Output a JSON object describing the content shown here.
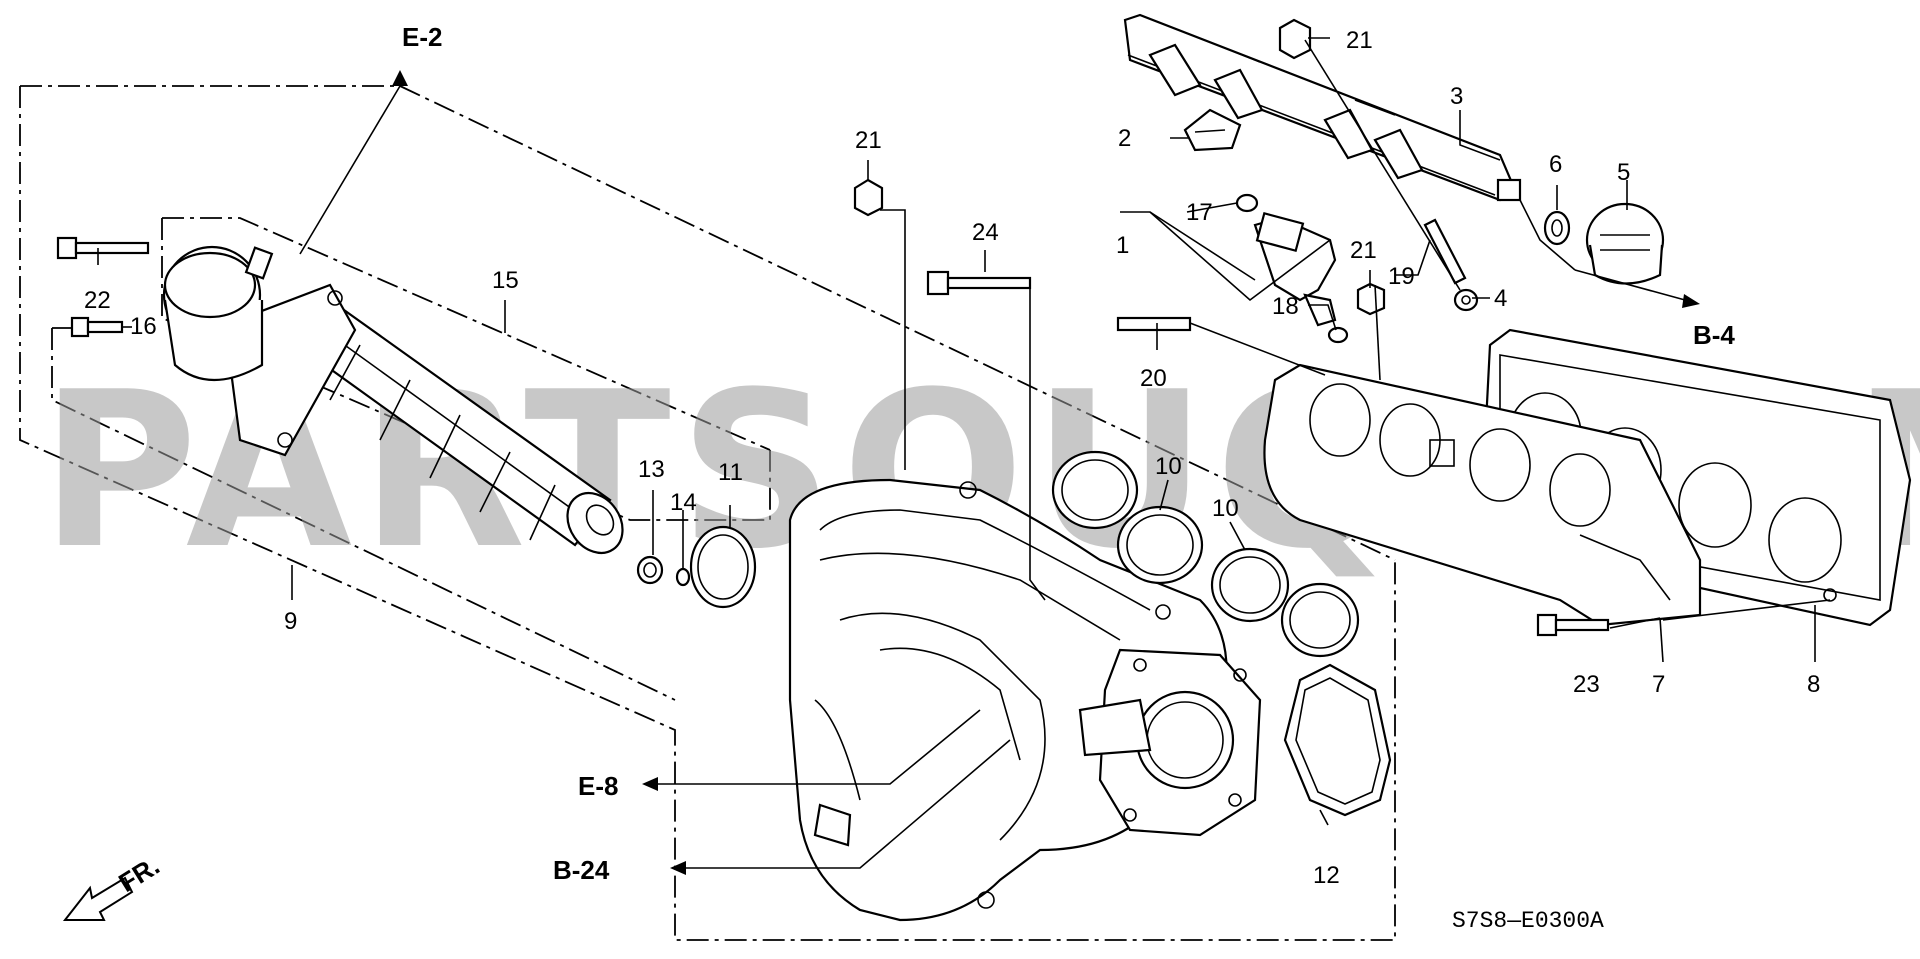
{
  "watermark": "PARTSOUQ.COM",
  "diagram_code": "S7S8—E0300A",
  "direction_label": "FR.",
  "references": {
    "e2": "E-2",
    "b4": "B-4",
    "e8": "E-8",
    "b24": "B-24"
  },
  "callouts": {
    "c1": "1",
    "c2": "2",
    "c3": "3",
    "c4": "4",
    "c5": "5",
    "c6": "6",
    "c7": "7",
    "c8": "8",
    "c9": "9",
    "c10a": "10",
    "c10b": "10",
    "c11": "11",
    "c12": "12",
    "c13": "13",
    "c14": "14",
    "c15": "15",
    "c16": "16",
    "c17": "17",
    "c18": "18",
    "c19": "19",
    "c20": "20",
    "c21a": "21",
    "c21b": "21",
    "c21c": "21",
    "c22": "22",
    "c23": "23",
    "c24": "24"
  }
}
